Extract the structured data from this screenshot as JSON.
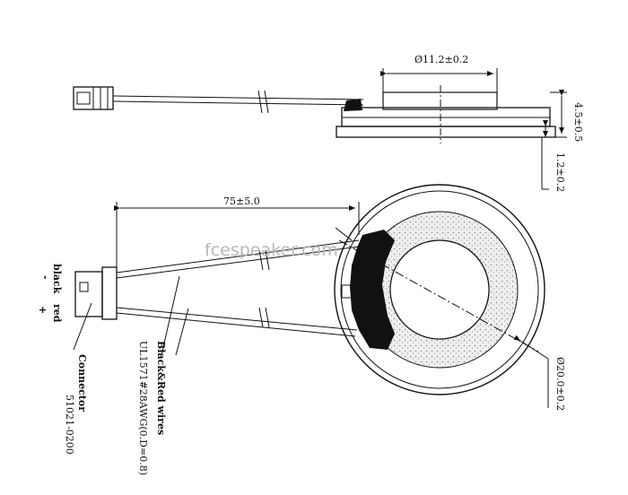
{
  "watermark": "fcespeaker.com",
  "side_view": {
    "diameter_dim": "Ø11.2±0.2",
    "height_dim": "4.5±0.5",
    "flange_dim": "1.2±0.2"
  },
  "top_view": {
    "wire_length_dim": "75±5.0",
    "outer_diameter_dim": "Ø20.0±0.2",
    "polarity_minus": "-",
    "polarity_plus": "+",
    "wire_black": "black",
    "wire_red": "red",
    "wires_label": "Black&Red wires",
    "wires_spec": "UL1571#28AWG(0.D=0.8)",
    "connector_label": "Connector",
    "connector_part": "51021-0200"
  },
  "colors": {
    "line": "#111111",
    "watermark": "#b8b8b8",
    "foam": "#e9e9e9"
  }
}
